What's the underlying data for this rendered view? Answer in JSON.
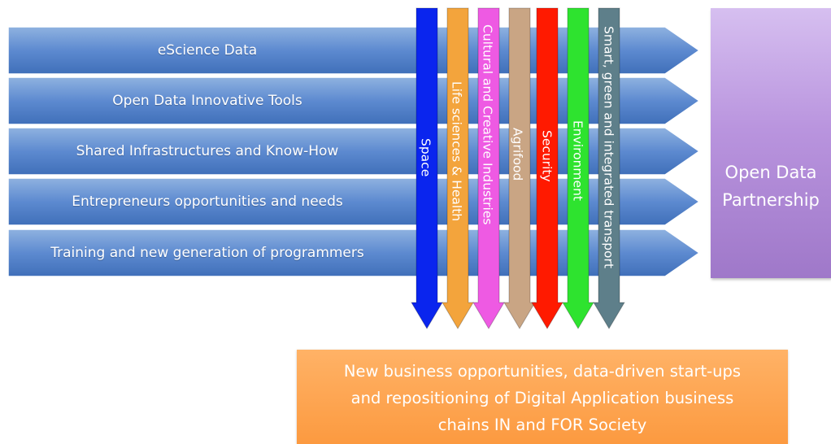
{
  "themes": [
    {
      "label": "eScience Data"
    },
    {
      "label": "Open Data Innovative Tools"
    },
    {
      "label": "Shared Infrastructures and Know-How"
    },
    {
      "label": "Entrepreneurs opportunities and needs"
    },
    {
      "label": "Training and new generation of programmers"
    }
  ],
  "sectors": [
    {
      "label": "Space",
      "color": "#0a25ee",
      "text_color": "#ffffff"
    },
    {
      "label": "Life sciences & Health",
      "color": "#f3a43c",
      "text_color": "#ffffff"
    },
    {
      "label": "Cultural and Creative Industries",
      "color": "#ee5ae3",
      "text_color": "#ffffff"
    },
    {
      "label": "Agrifood",
      "color": "#c9a584",
      "text_color": "#ffffff"
    },
    {
      "label": "Security",
      "color": "#ff1a00",
      "text_color": "#ffffff"
    },
    {
      "label": "Environment",
      "color": "#2ee32f",
      "text_color": "#ffffff"
    },
    {
      "label": "Smart, green and integrated transport",
      "color": "#5e7f8a",
      "text_color": "#ffffff"
    }
  ],
  "partnership": {
    "line1": "Open Data",
    "line2": "Partnership",
    "icon": "network-hub-icon"
  },
  "outcome": {
    "line1": "New business opportunities, data-driven start-ups",
    "line2": "and repositioning of Digital Application business",
    "line3": "chains IN and FOR Society"
  }
}
